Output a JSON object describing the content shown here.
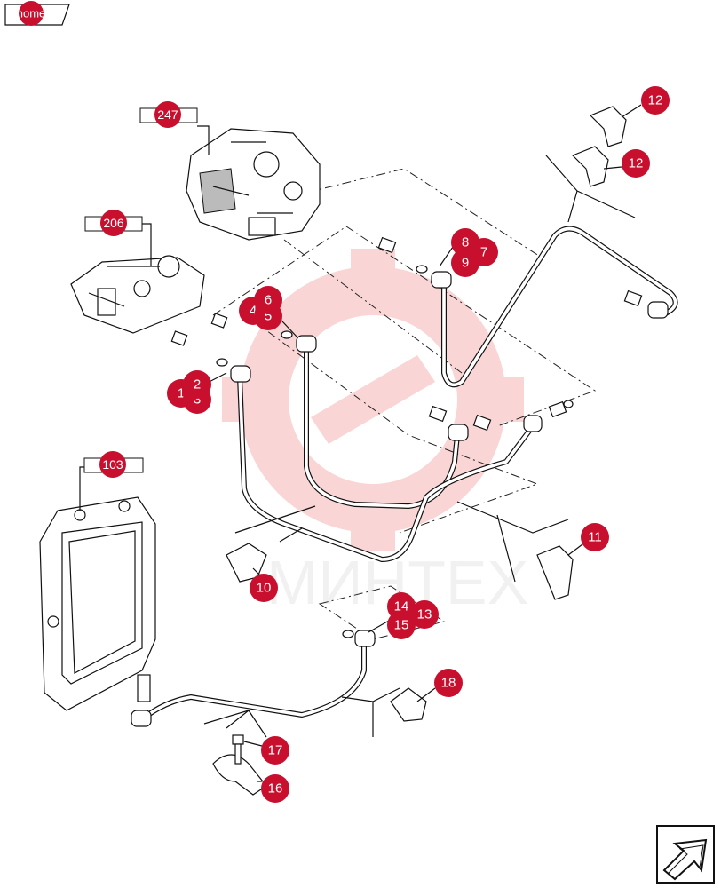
{
  "home_label": "home",
  "ref_boxes": [
    {
      "id": "ref-247",
      "label": "247"
    },
    {
      "id": "ref-206",
      "label": "206"
    },
    {
      "id": "ref-103",
      "label": "103"
    }
  ],
  "callouts": {
    "c12a": "12",
    "c12b": "12",
    "c8": "8",
    "c7": "7",
    "c9": "9",
    "c6": "6",
    "c4": "4",
    "c5": "5",
    "c1": "1",
    "c2": "2",
    "c3": "3",
    "c11": "11",
    "c10": "10",
    "c14": "14",
    "c13": "13",
    "c15": "15",
    "c18": "18",
    "c17": "17",
    "c16": "16"
  },
  "watermark": "МИНТЕХ",
  "colors": {
    "callout": "#c8102e",
    "watermark": "#e8a0a0"
  },
  "icons": {
    "next_page": "arrow-next-icon",
    "pump": "injection-pump-icon",
    "ecu": "ecu-icon"
  }
}
